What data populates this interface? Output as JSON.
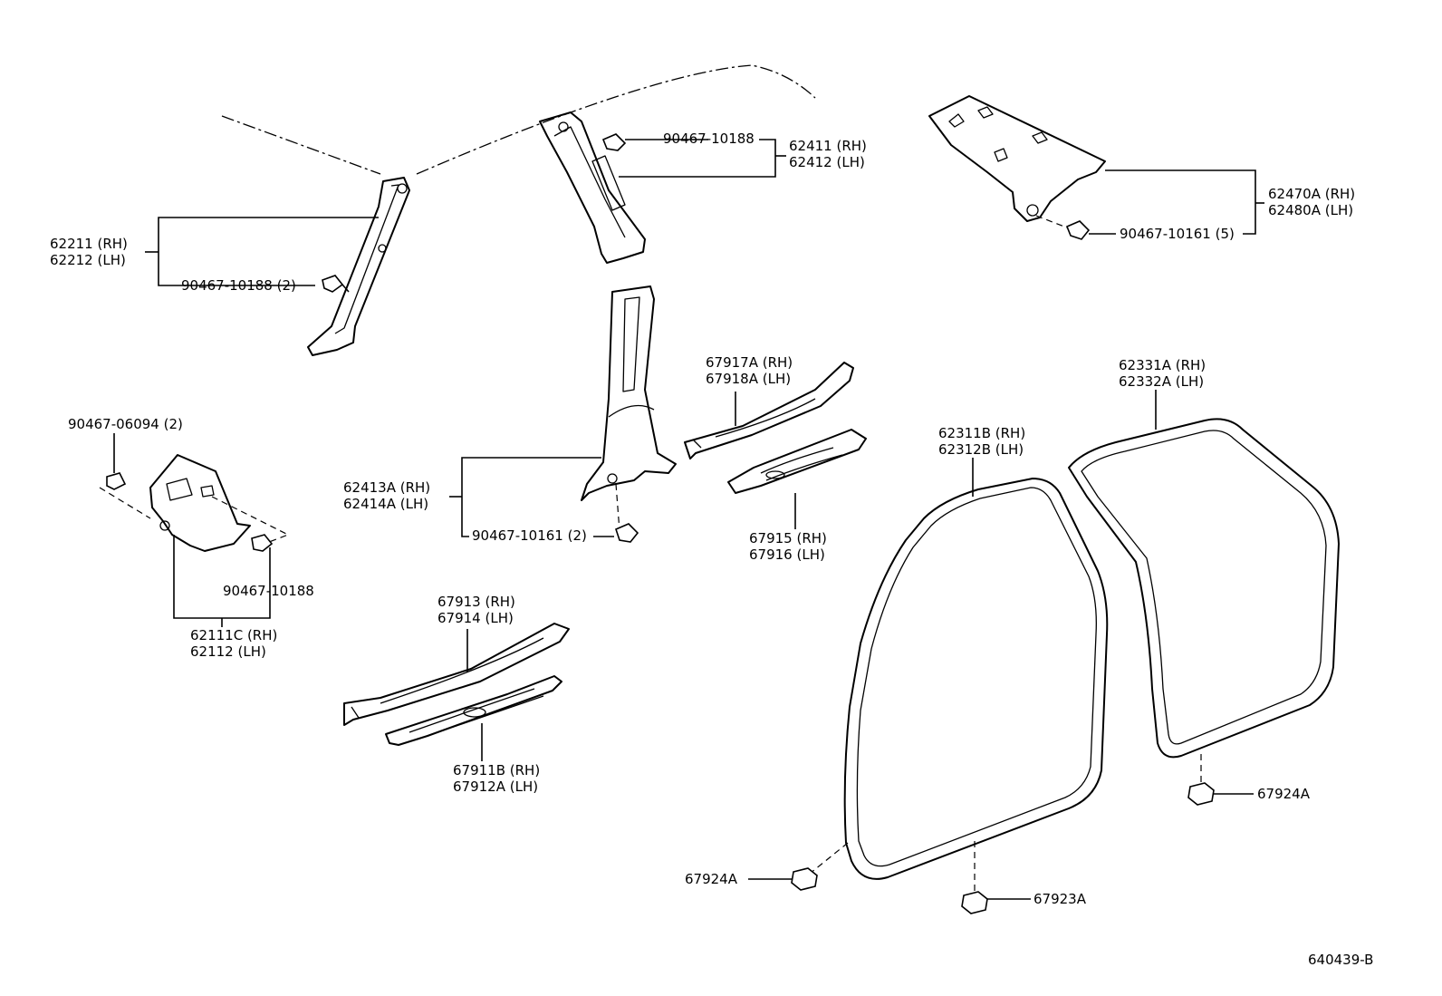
{
  "labels": {
    "p62211": "62211 (RH)",
    "p62212": "62212 (LH)",
    "c9046710188_2": "90467-10188 (2)",
    "c9046710188_top": "90467-10188",
    "p62411": "62411 (RH)",
    "p62412": "62412 (LH)",
    "p62470a": "62470A (RH)",
    "p62480a": "62480A (LH)",
    "c9046710161_5": "90467-10161 (5)",
    "c9046706094_2": "90467-06094 (2)",
    "c9046710188_kick": "90467-10188",
    "p62111c": "62111C (RH)",
    "p62112": "62112   (LH)",
    "p62413a": "62413A (RH)",
    "p62414a": "62414A (LH)",
    "c9046710161_2": "90467-10161 (2)",
    "p67917a": "67917A (RH)",
    "p67918a": "67918A (LH)",
    "p67915": "67915 (RH)",
    "p67916": "67916 (LH)",
    "p67913": "67913 (RH)",
    "p67914": "67914 (LH)",
    "p67911b": "67911B (RH)",
    "p67912a": "67912A (LH)",
    "p62311b": "62311B (RH)",
    "p62312b": "62312B (LH)",
    "p62331a": "62331A (RH)",
    "p62332a": "62332A (LH)",
    "p67924a_front": "67924A",
    "p67924a_rear": "67924A",
    "p67923a": "67923A",
    "drawing_no": "640439-B"
  }
}
